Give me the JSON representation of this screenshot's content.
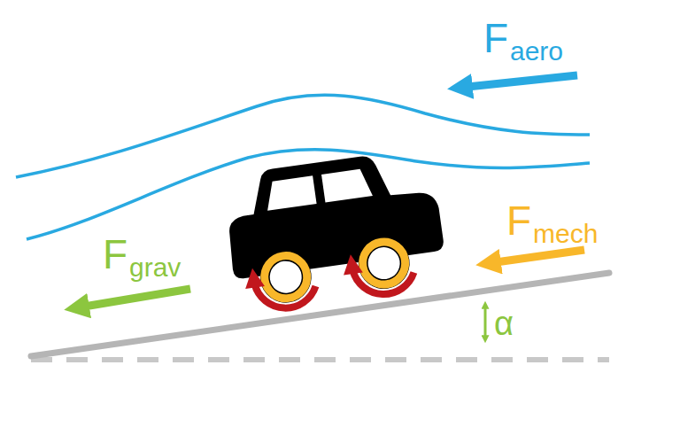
{
  "diagram": {
    "labels": [
      "F",
      "aero",
      "F",
      "mech",
      "F",
      "grav",
      "α"
    ]
  }
}
